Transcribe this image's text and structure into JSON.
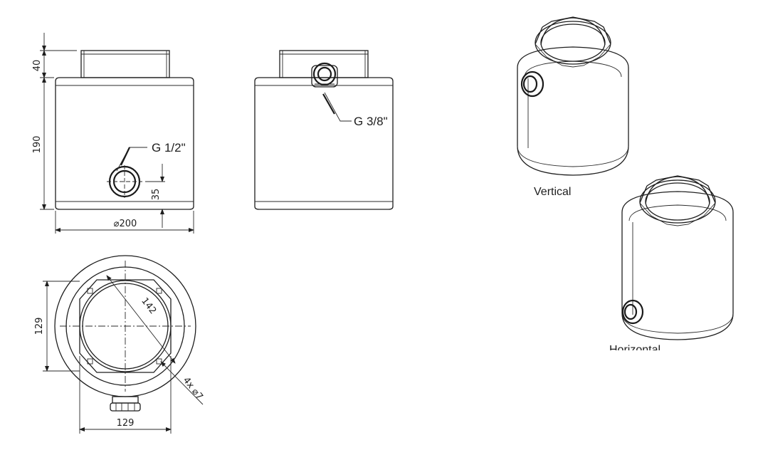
{
  "front_view": {
    "dim_height_top": "40",
    "dim_height_body": "190",
    "dim_outlet_height": "35",
    "dim_diameter": "⌀200",
    "thread_label": "G 1/2\""
  },
  "side_view": {
    "thread_label": "G 3/8\""
  },
  "top_view": {
    "dim_left": "129",
    "dim_bottom": "129",
    "dim_diagonal": "142",
    "dim_holes": "4x ⌀7"
  },
  "isometric": {
    "vertical_caption": "Vertical",
    "horizontal_caption": "Horizontal"
  }
}
